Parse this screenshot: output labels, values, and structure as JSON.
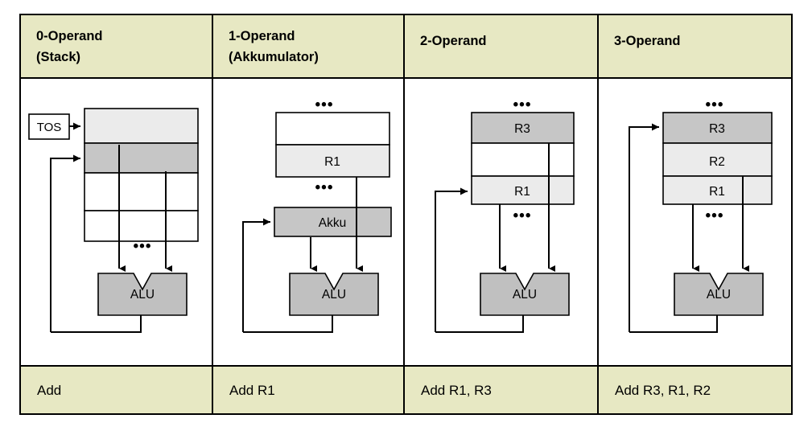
{
  "table": {
    "columns": [
      {
        "id": "col-0-operand",
        "header_line1": "0-Operand",
        "header_line2": "(Stack)",
        "instruction": "Add",
        "pointer_label": "TOS",
        "ellipsis_top": "",
        "ellipsis_bottom": "•••",
        "alu_label": "ALU",
        "cells": [
          {
            "label": "",
            "shade": "light"
          },
          {
            "label": "",
            "shade": "mid"
          },
          {
            "label": "",
            "shade": "white"
          },
          {
            "label": "",
            "shade": "white"
          }
        ]
      },
      {
        "id": "col-1-operand",
        "header_line1": "1-Operand",
        "header_line2": "(Akkumulator)",
        "instruction": "Add   R1",
        "pointer_label": "",
        "ellipsis_top": "•••",
        "ellipsis_bottom": "•••",
        "alu_label": "ALU",
        "accumulator_label": "Akku",
        "cells": [
          {
            "label": "",
            "shade": "white"
          },
          {
            "label": "R1",
            "shade": "light"
          }
        ]
      },
      {
        "id": "col-2-operand",
        "header_line1": "2-Operand",
        "header_line2": "",
        "instruction": "Add   R1, R3",
        "pointer_label": "",
        "ellipsis_top": "•••",
        "ellipsis_bottom": "•••",
        "alu_label": "ALU",
        "cells": [
          {
            "label": "R3",
            "shade": "mid"
          },
          {
            "label": "",
            "shade": "white"
          },
          {
            "label": "R1",
            "shade": "light"
          }
        ]
      },
      {
        "id": "col-3-operand",
        "header_line1": "3-Operand",
        "header_line2": "",
        "instruction": "Add   R3, R1, R2",
        "pointer_label": "",
        "ellipsis_top": "•••",
        "ellipsis_bottom": "•••",
        "alu_label": "ALU",
        "cells": [
          {
            "label": "R3",
            "shade": "mid"
          },
          {
            "label": "R2",
            "shade": "light"
          },
          {
            "label": "R1",
            "shade": "light"
          }
        ]
      }
    ]
  },
  "colors": {
    "header_background": "#e7e8c3",
    "instruction_background": "#e7e8c3",
    "cell_light": "#ebebeb",
    "cell_mid": "#c6c6c6",
    "alu_fill": "#c0c0c0",
    "border": "#000000",
    "page_background": "#ffffff"
  }
}
